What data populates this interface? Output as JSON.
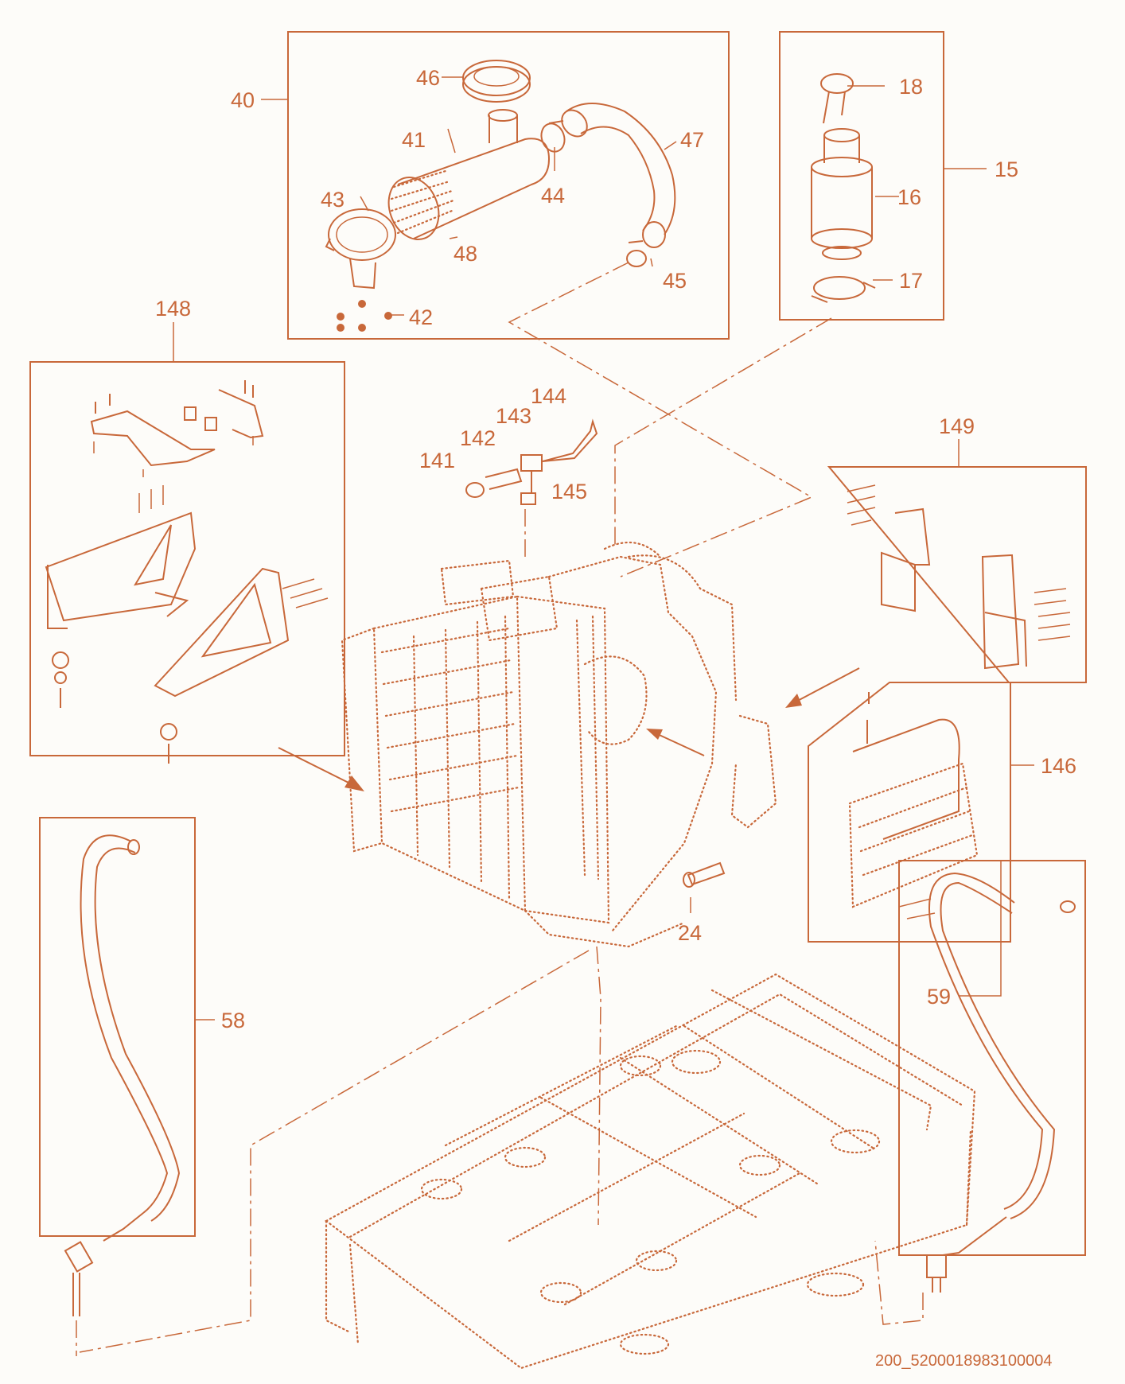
{
  "colors": {
    "ink": "#c8683a",
    "background": "#fdfcf9"
  },
  "drawing_code": "200_5200018983100004",
  "labels": [
    {
      "id": "40",
      "text": "40"
    },
    {
      "id": "41",
      "text": "41"
    },
    {
      "id": "42",
      "text": "42"
    },
    {
      "id": "43",
      "text": "43"
    },
    {
      "id": "44",
      "text": "44"
    },
    {
      "id": "45",
      "text": "45"
    },
    {
      "id": "46",
      "text": "46"
    },
    {
      "id": "47",
      "text": "47"
    },
    {
      "id": "48",
      "text": "48"
    },
    {
      "id": "15",
      "text": "15"
    },
    {
      "id": "16",
      "text": "16"
    },
    {
      "id": "17",
      "text": "17"
    },
    {
      "id": "18",
      "text": "18"
    },
    {
      "id": "148",
      "text": "148"
    },
    {
      "id": "149",
      "text": "149"
    },
    {
      "id": "141",
      "text": "141"
    },
    {
      "id": "142",
      "text": "142"
    },
    {
      "id": "143",
      "text": "143"
    },
    {
      "id": "144",
      "text": "144"
    },
    {
      "id": "145",
      "text": "145"
    },
    {
      "id": "146",
      "text": "146"
    },
    {
      "id": "24",
      "text": "24"
    },
    {
      "id": "58",
      "text": "58"
    },
    {
      "id": "59",
      "text": "59"
    }
  ]
}
